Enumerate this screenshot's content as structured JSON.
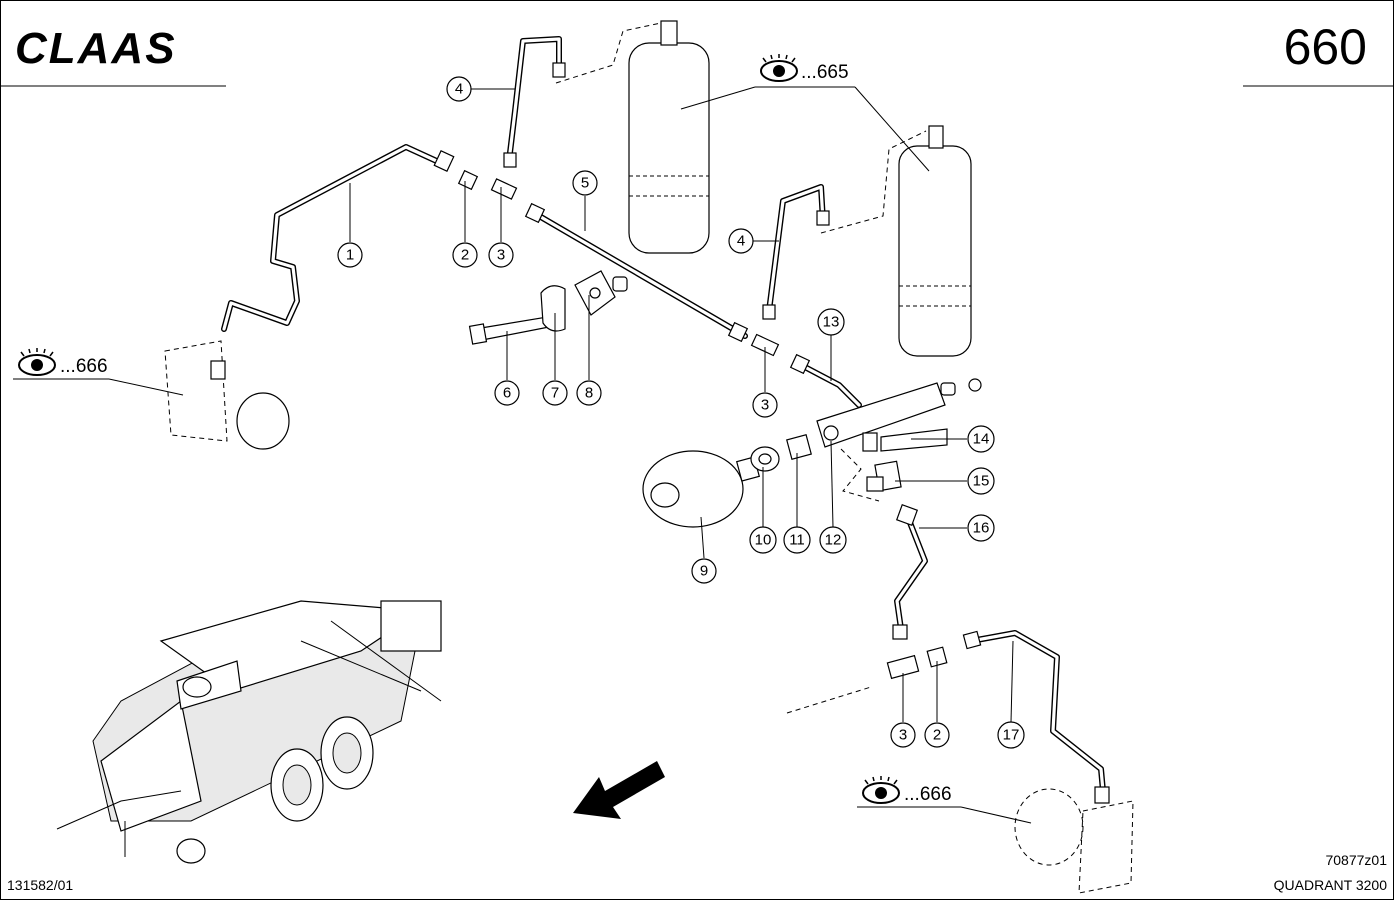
{
  "header": {
    "brand": "CLAAS",
    "page_number": "660"
  },
  "references": [
    {
      "id": "ref-665",
      "label": "...665"
    },
    {
      "id": "ref-666-left",
      "label": "...666"
    },
    {
      "id": "ref-666-right",
      "label": "...666"
    }
  ],
  "callouts": [
    {
      "id": "c1",
      "label": "1"
    },
    {
      "id": "c2a",
      "label": "2"
    },
    {
      "id": "c3a",
      "label": "3"
    },
    {
      "id": "c4a",
      "label": "4"
    },
    {
      "id": "c4b",
      "label": "4"
    },
    {
      "id": "c5",
      "label": "5"
    },
    {
      "id": "c6",
      "label": "6"
    },
    {
      "id": "c7",
      "label": "7"
    },
    {
      "id": "c8",
      "label": "8"
    },
    {
      "id": "c3b",
      "label": "3"
    },
    {
      "id": "c13",
      "label": "13"
    },
    {
      "id": "c14",
      "label": "14"
    },
    {
      "id": "c15",
      "label": "15"
    },
    {
      "id": "c16",
      "label": "16"
    },
    {
      "id": "c9",
      "label": "9"
    },
    {
      "id": "c10",
      "label": "10"
    },
    {
      "id": "c11",
      "label": "11"
    },
    {
      "id": "c12",
      "label": "12"
    },
    {
      "id": "c3c",
      "label": "3"
    },
    {
      "id": "c2b",
      "label": "2"
    },
    {
      "id": "c17",
      "label": "17"
    }
  ],
  "footer": {
    "doc_id": "131582/01",
    "drawing_id": "70877z01",
    "model": "QUADRANT 3200"
  }
}
